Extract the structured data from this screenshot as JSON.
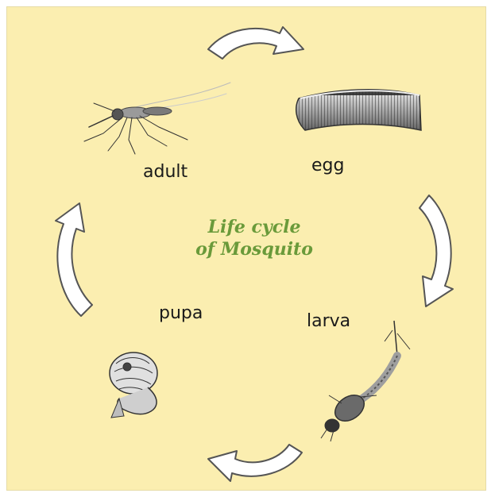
{
  "title": {
    "line1": "Life cycle",
    "line2": "of Mosquito"
  },
  "stages": {
    "adult": "adult",
    "egg": "egg",
    "larva": "larva",
    "pupa": "pupa"
  },
  "colors": {
    "background": "#fbeeb0",
    "title": "#6a9a3a",
    "arrow_fill": "#ffffff",
    "arrow_stroke": "#555555"
  },
  "icons": [
    "adult-mosquito-illustration",
    "egg-raft-illustration",
    "larva-illustration",
    "pupa-illustration",
    "cycle-arrow"
  ]
}
